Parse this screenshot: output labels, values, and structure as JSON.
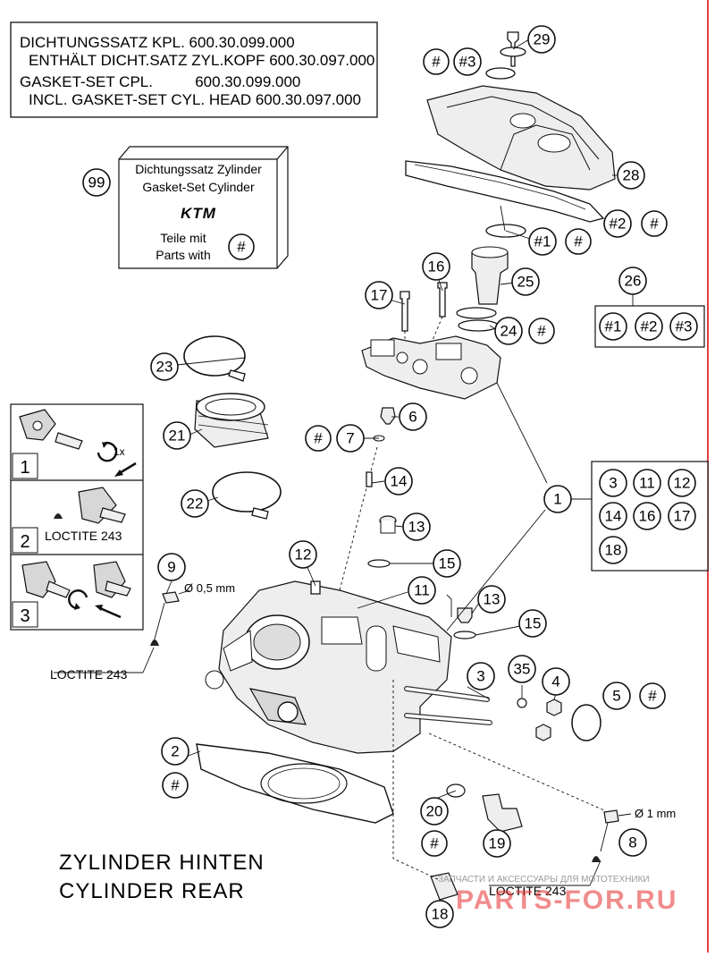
{
  "title_box": {
    "line1": "DICHTUNGSSATZ KPL. 600.30.099.000",
    "line2": "ENTHÄLT DICHT.SATZ ZYL.KOPF 600.30.097.000",
    "line3": "GASKET-SET CPL.          600.30.099.000",
    "line4": "INCL. GASKET-SET CYL. HEAD 600.30.097.000"
  },
  "kit_box": {
    "number": "99",
    "line1": "Dichtungssatz Zylinder",
    "line2": "Gasket-Set Cylinder",
    "logo": "KTM",
    "line3": "Teile mit",
    "line4": "Parts with",
    "symbol": "#"
  },
  "steps": [
    {
      "num": "1",
      "note": "1x"
    },
    {
      "num": "2",
      "note": "LOCTITE 243"
    },
    {
      "num": "3",
      "note": ""
    }
  ],
  "group_26": [
    "#1",
    "#2",
    "#3"
  ],
  "group_1": [
    "3",
    "11",
    "12",
    "14",
    "16",
    "17",
    "18"
  ],
  "labels": {
    "dia_05": "Ø 0,5 mm",
    "dia_1": "Ø 1 mm",
    "loctite_left": "LOCTITE 243",
    "loctite_right": "LOCTITE 243",
    "caption1": "ZYLINDER HINTEN",
    "caption2": "CYLINDER REAR",
    "watermark_top": "ЗАПЧАСТИ И АКСЕССУАРЫ ДЛЯ МОТОТЕХНИКИ",
    "watermark_logo": "PARTS-FOR.RU"
  },
  "callouts": {
    "c29": "29",
    "c3h": "#3",
    "c28": "28",
    "c2h": "#2",
    "c1h": "#1",
    "c25": "25",
    "c24": "24",
    "c26": "26",
    "c16": "16",
    "c17": "17",
    "c23": "23",
    "c21": "21",
    "c22": "22",
    "c6": "6",
    "c7": "7",
    "c14": "14",
    "c13a": "13",
    "c15a": "15",
    "c12": "12",
    "c11": "11",
    "c1": "1",
    "c13b": "13",
    "c15b": "15",
    "c9": "9",
    "c3": "3",
    "c35": "35",
    "c4": "4",
    "c5": "5",
    "c2": "2",
    "c20": "20",
    "c19": "19",
    "c8": "8",
    "c18": "18",
    "hash": "#"
  },
  "colors": {
    "ink": "#111111",
    "watermark_red": "#e53030",
    "watermark_grey": "#9a9a9a",
    "frame_red": "#e04040"
  }
}
